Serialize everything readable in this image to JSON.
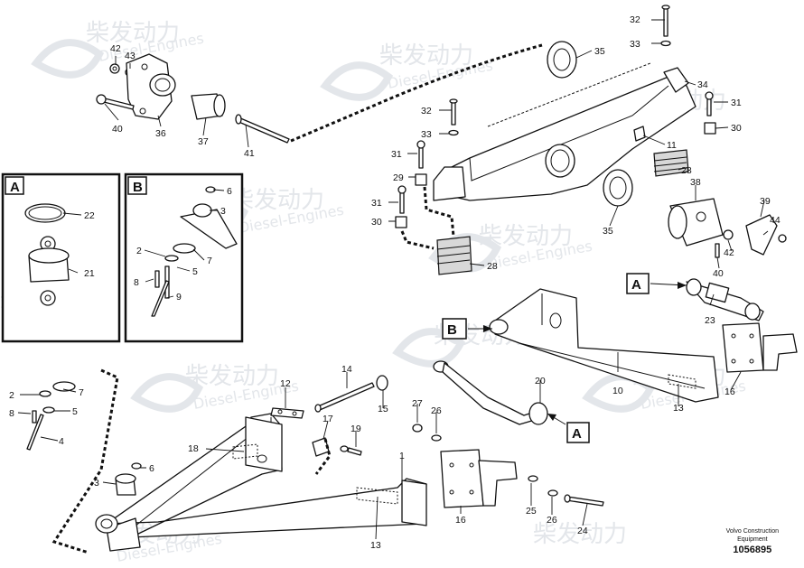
{
  "watermark": {
    "brand_cn": "柴发动力",
    "brand_en": "Diesel-Engines"
  },
  "detail_boxes": [
    {
      "id": "A"
    },
    {
      "id": "B"
    }
  ],
  "callouts": [
    {
      "id": "A"
    },
    {
      "id": "B"
    },
    {
      "id": "A"
    }
  ],
  "part_numbers": [
    "42",
    "43",
    "40",
    "36",
    "37",
    "41",
    "35",
    "32",
    "33",
    "34",
    "31",
    "30",
    "11",
    "28",
    "32",
    "33",
    "31",
    "29",
    "31",
    "30",
    "28",
    "35",
    "38",
    "39",
    "44",
    "42",
    "40",
    "22",
    "21",
    "6",
    "3",
    "2",
    "7",
    "5",
    "8",
    "9",
    "23",
    "10",
    "13",
    "16",
    "20",
    "12",
    "14",
    "15",
    "17",
    "19",
    "18",
    "1",
    "2",
    "7",
    "8",
    "5",
    "4",
    "6",
    "3",
    "13",
    "27",
    "26",
    "16",
    "25",
    "26",
    "24"
  ],
  "footer": {
    "brand_line1": "Volvo Construction",
    "brand_line2": "Equipment",
    "code": "1056895"
  }
}
